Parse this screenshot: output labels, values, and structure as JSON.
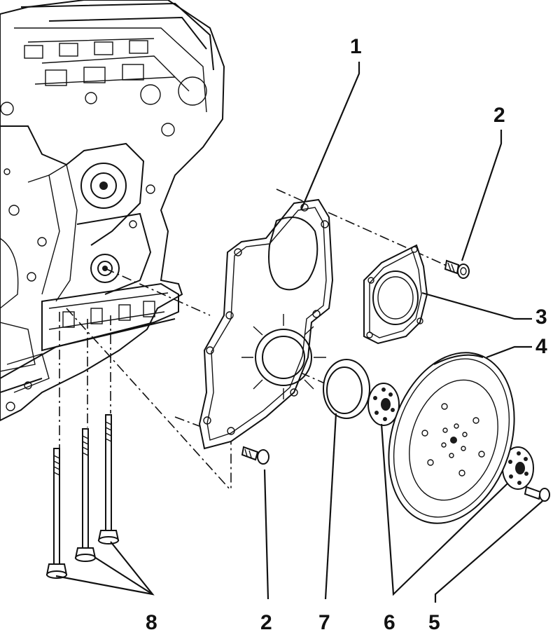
{
  "diagram": {
    "parts": [
      {
        "id": "p1",
        "label": "1",
        "name": "rear-cover-plate"
      },
      {
        "id": "p2a",
        "label": "2",
        "name": "bolt-upper"
      },
      {
        "id": "p3",
        "label": "3",
        "name": "gasket"
      },
      {
        "id": "p4",
        "label": "4",
        "name": "flywheel-drive-plate"
      },
      {
        "id": "p2b",
        "label": "2",
        "name": "bolt-lower"
      },
      {
        "id": "p7",
        "label": "7",
        "name": "shaft-seal"
      },
      {
        "id": "p6",
        "label": "6",
        "name": "shims"
      },
      {
        "id": "p5",
        "label": "5",
        "name": "flywheel-bolt"
      },
      {
        "id": "p8",
        "label": "8",
        "name": "long-bolts"
      }
    ],
    "colors": {
      "ink": "#111111",
      "paper": "#ffffff"
    }
  }
}
